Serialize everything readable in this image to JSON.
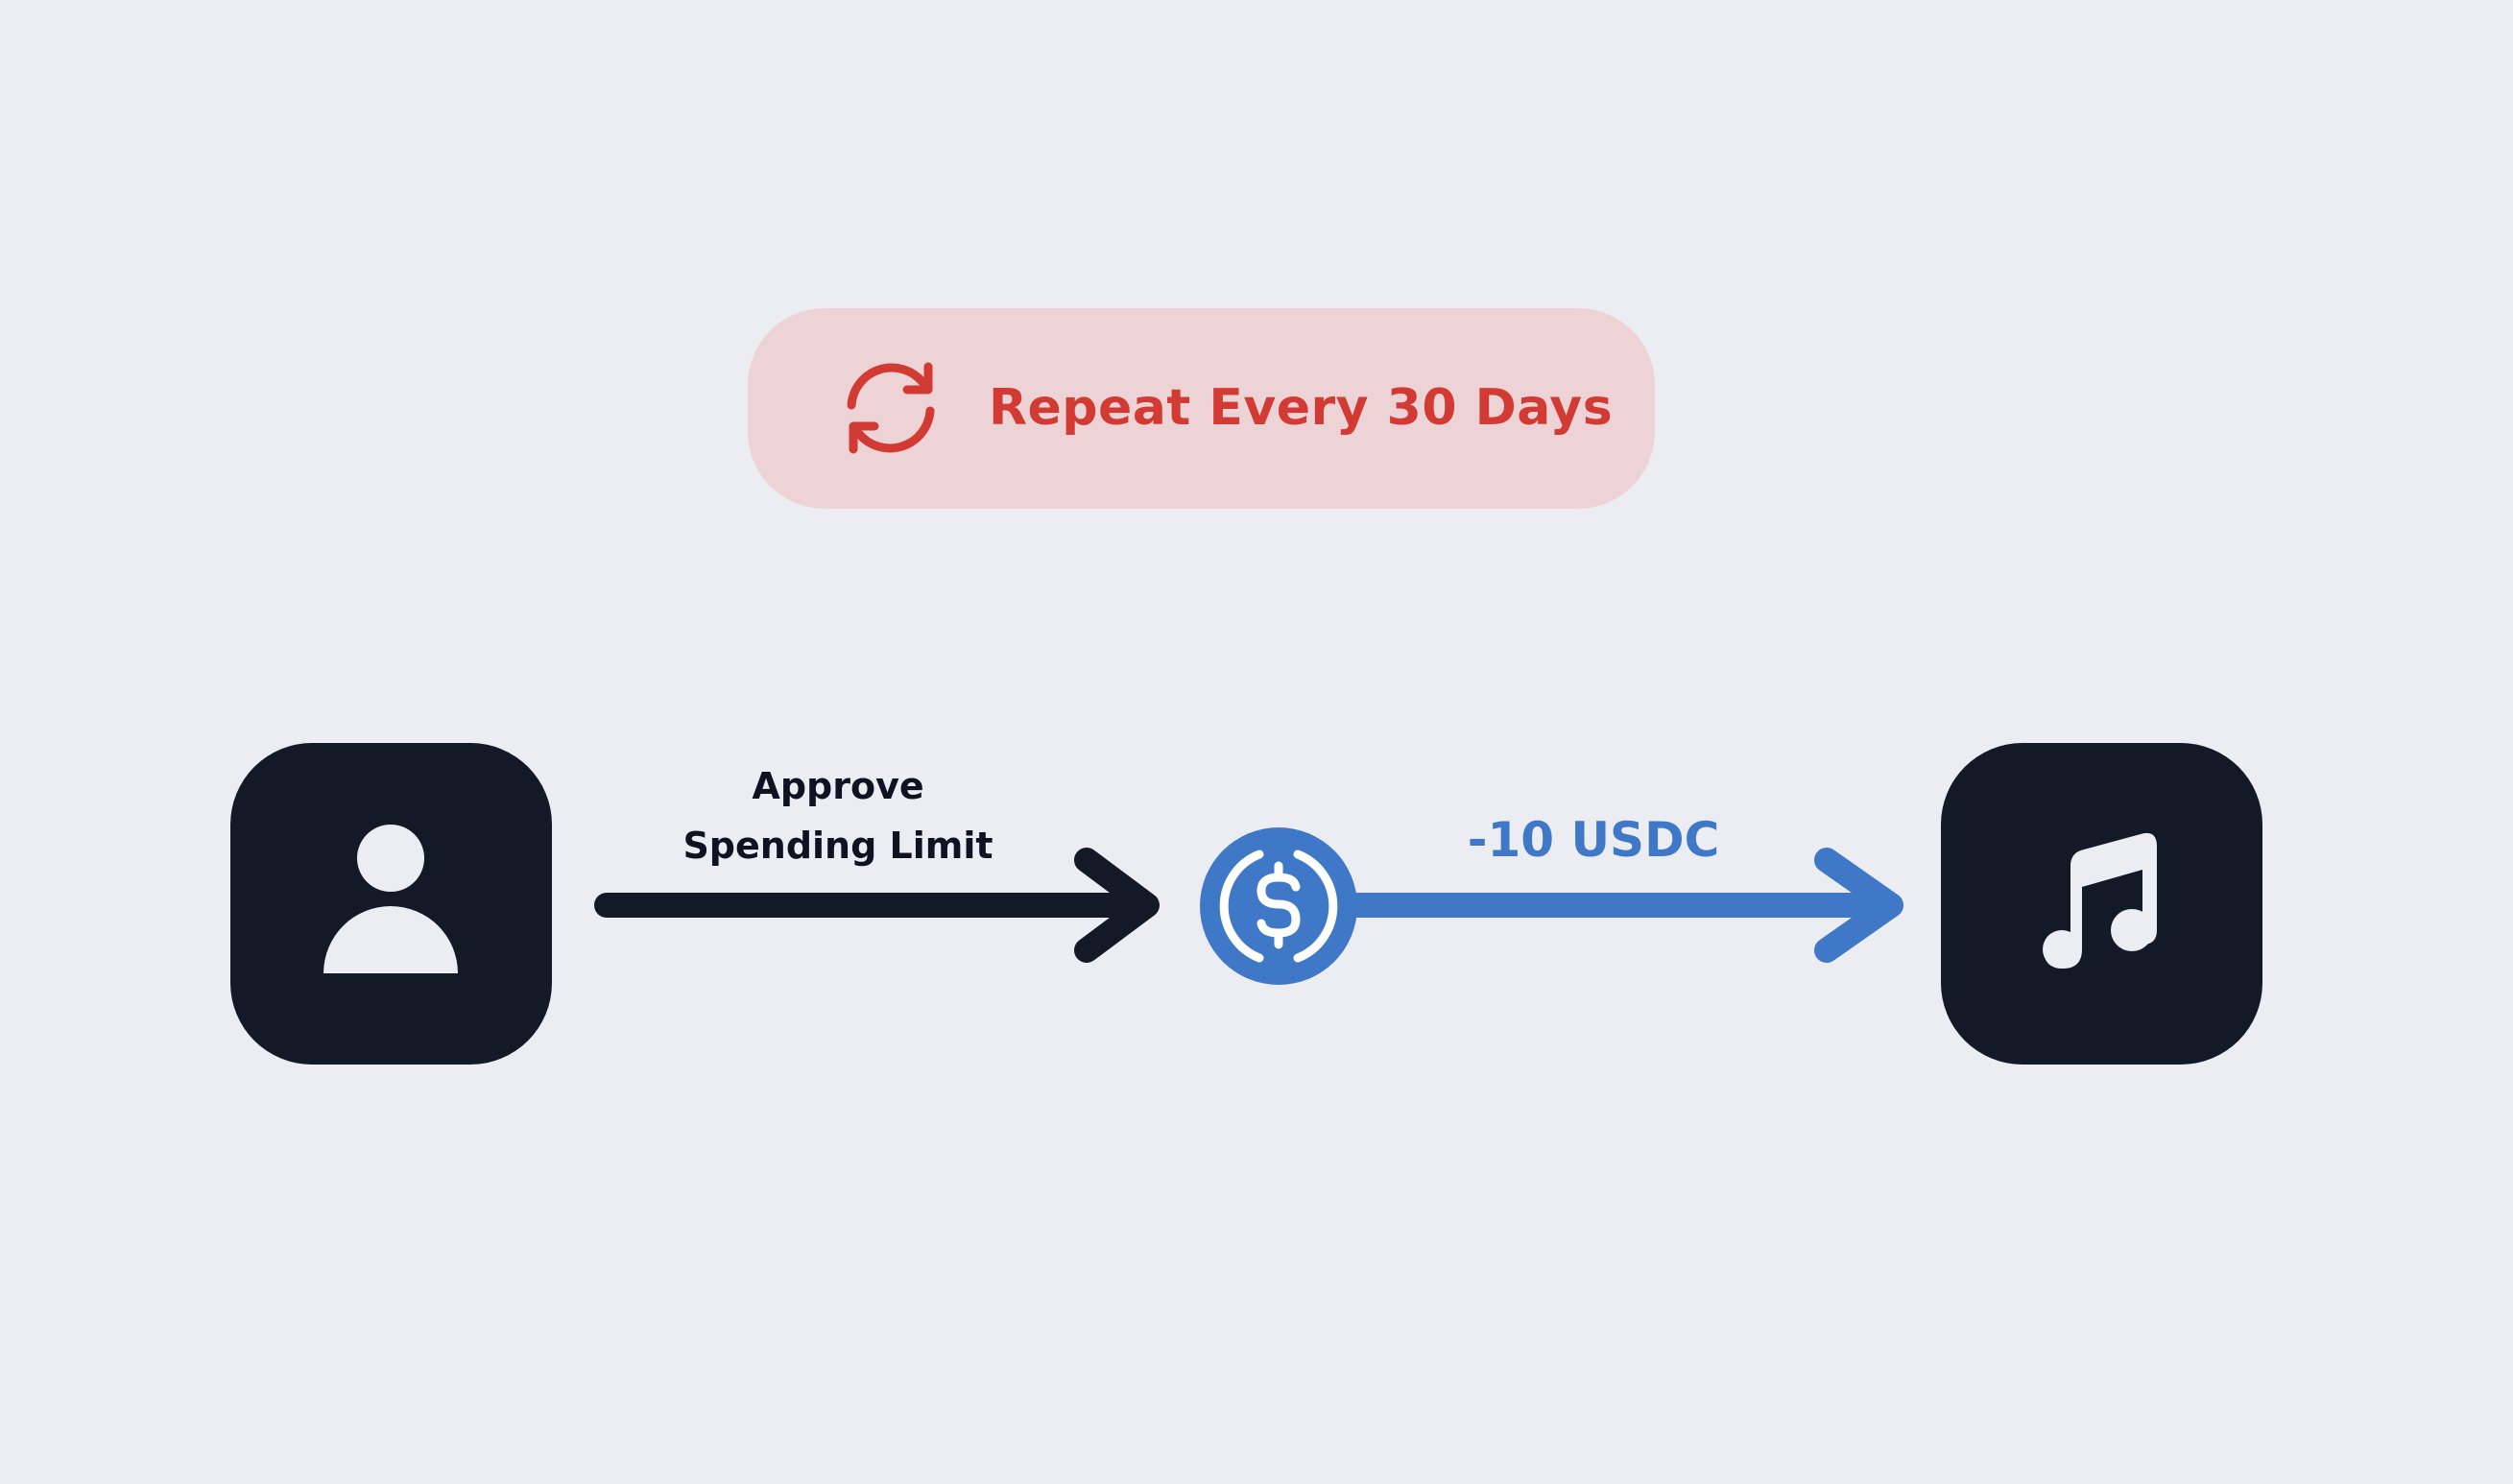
{
  "diagram": {
    "repeat": {
      "label": "Repeat Every 30 Days",
      "icon": "refresh-icon",
      "color": "#D13B33",
      "background": "#EED3D6"
    },
    "payer": {
      "icon": "user-icon"
    },
    "approve": {
      "line1": "Approve",
      "line2": "Spending Limit",
      "color": "#0F1220"
    },
    "token": {
      "icon": "usdc-coin-icon",
      "color": "#3F78C7"
    },
    "transfer": {
      "amount": "-10 USDC",
      "color": "#3F78C7"
    },
    "merchant": {
      "icon": "music-note-icon"
    },
    "node_color": "#141927",
    "background": "#ECEDF2"
  }
}
